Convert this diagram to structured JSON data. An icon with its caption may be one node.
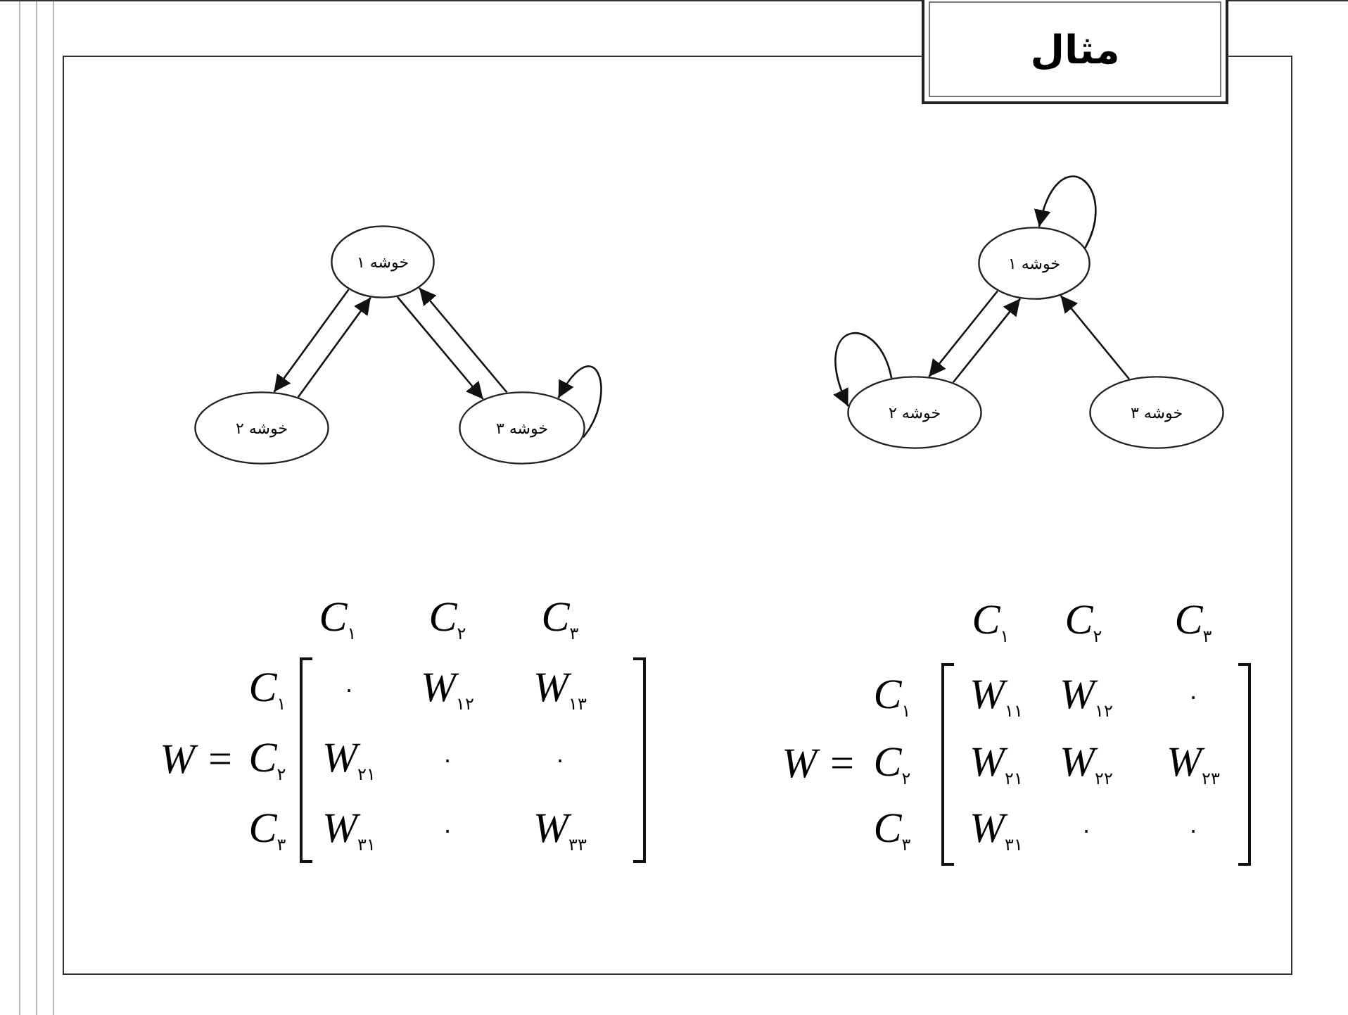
{
  "diagram": {
    "title": "مثال",
    "nodes": [
      {
        "text": [
          "خوشه ۱"
        ]
      },
      {
        "text": [
          "خوشه ۲"
        ]
      },
      {
        "text": [
          "خوشه ۳"
        ]
      },
      {
        "text": [
          "خوشه ۱"
        ]
      },
      {
        "text": [
          "خوشه ۲"
        ]
      },
      {
        "text": [
          "خوشه ۳"
        ]
      }
    ],
    "edges": [
      {
        "from": 0,
        "to": 1,
        "arrow": "to"
      },
      {
        "from": 1,
        "to": 0,
        "arrow": "to"
      },
      {
        "from": 2,
        "to": 0,
        "arrow": "to"
      },
      {
        "from": 0,
        "to": 2,
        "arrow": "to"
      },
      {
        "from": 2,
        "to": 2,
        "arrow": "to"
      },
      {
        "from": 3,
        "to": 3,
        "arrow": "to"
      },
      {
        "from": 3,
        "to": 4,
        "arrow": "to"
      },
      {
        "from": 4,
        "to": 3,
        "arrow": "to"
      },
      {
        "from": 4,
        "to": 4,
        "arrow": "to"
      },
      {
        "from": 5,
        "to": 3,
        "arrow": "to"
      }
    ],
    "labels": [
      "C$_{۱}$",
      "C$_{۲}$",
      "C$_{۳}$",
      "C$_{۱}$",
      "۰",
      "W$_{۱۲}$",
      "W$_{۱۳}$",
      "W =",
      "C$_{۲}$",
      "W$_{۲۱}$",
      "۰",
      "۰",
      "C$_{۳}$",
      "W$_{۳۱}$",
      "۰",
      "W$_{۳۳}$",
      "C$_{۱}$",
      "C$_{۲}$",
      "C$_{۳}$",
      "C$_{۱}$",
      "W$_{۱۱}$",
      "W$_{۱۲}$",
      "۰",
      "W =",
      "C$_{۲}$",
      "W$_{۲۱}$",
      "W$_{۲۲}$",
      "W$_{۲۳}$",
      "C$_{۳}$",
      "W$_{۳۱}$",
      "۰",
      "۰"
    ]
  }
}
